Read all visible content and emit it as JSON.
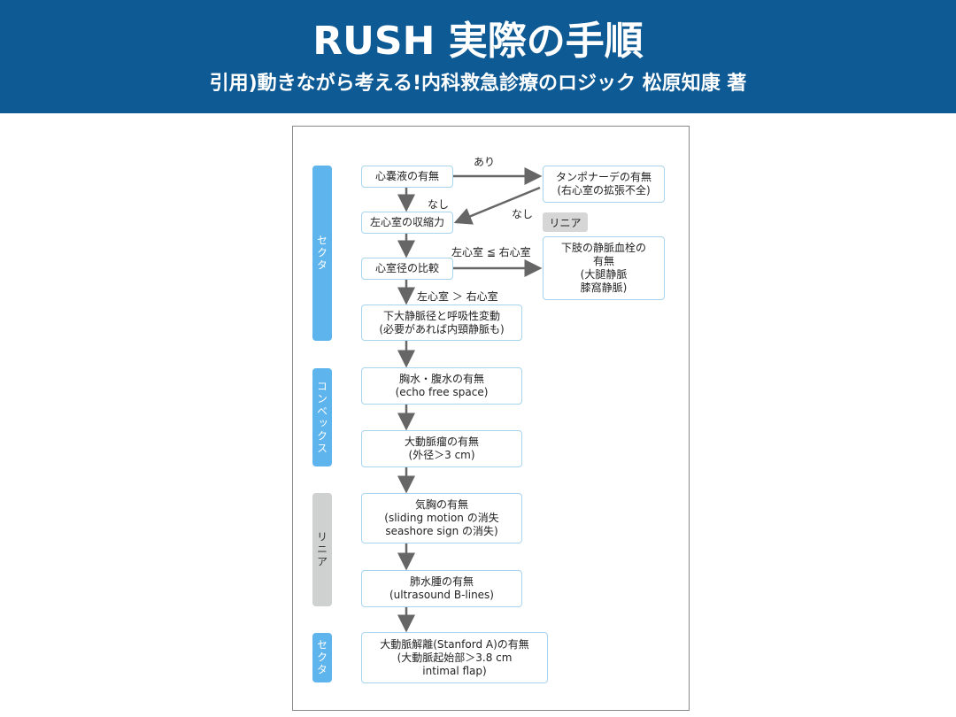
{
  "header": {
    "title": "RUSH 実際の手順",
    "subtitle": "引用)動きながら考える!内科救急診療のロジック 松原知康 著"
  },
  "sidebar": [
    "セクタ",
    "コンベックス",
    "リニア",
    "セクタ"
  ],
  "tag": "リニア",
  "boxes": {
    "b1": [
      "心嚢液の有無"
    ],
    "b2": [
      "タンポナーデの有無",
      "(右心室の拡張不全)"
    ],
    "b3": [
      "左心室の収縮力"
    ],
    "b4": [
      "下肢の静脈血栓の",
      "有無",
      "(大腿静脈",
      "膝窩静脈)"
    ],
    "b5": [
      "心室径の比較"
    ],
    "b6": [
      "下大静脈径と呼吸性変動",
      "(必要があれば内頸静脈も)"
    ],
    "b7": [
      "胸水・腹水の有無",
      "(echo free space)"
    ],
    "b8": [
      "大動脈瘤の有無",
      "(外径＞3 cm)"
    ],
    "b9": [
      "気胸の有無",
      "(sliding motion の消失",
      "seashore sign の消失)"
    ],
    "b10": [
      "肺水腫の有無",
      "(ultrasound B-lines)"
    ],
    "b11": [
      "大動脈解離(Stanford A)の有無",
      "(大動脈起始部＞3.8 cm",
      "intimal flap)"
    ]
  },
  "labels": {
    "ari": "あり",
    "nashi1": "なし",
    "nashi2": "なし",
    "le": "左心室 ≦ 右心室",
    "gt": "左心室 ＞ 右心室"
  }
}
